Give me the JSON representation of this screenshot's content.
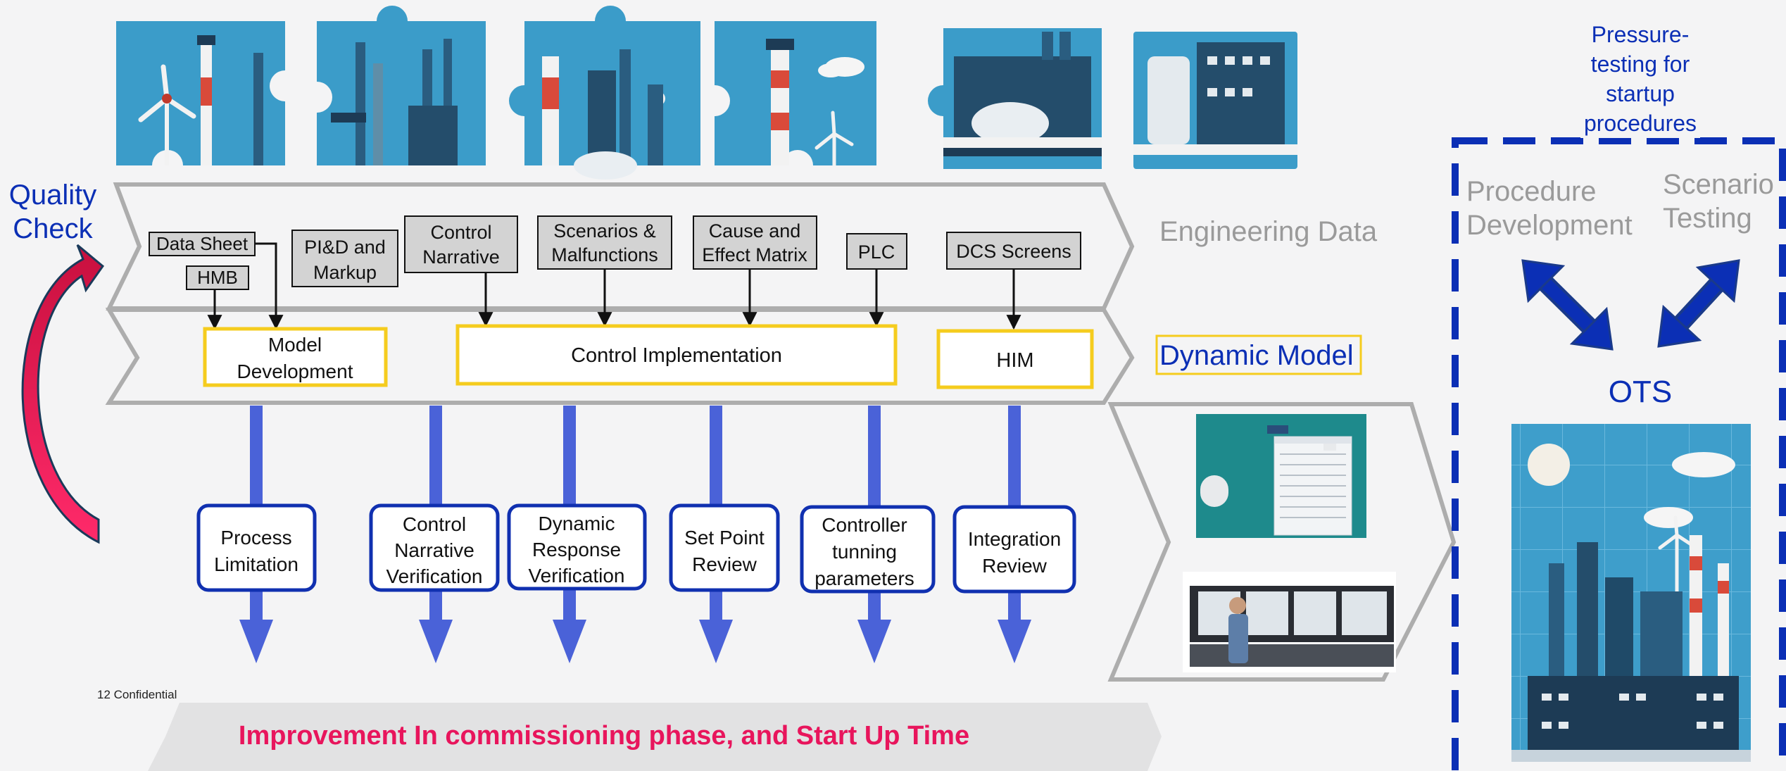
{
  "left": {
    "quality_check": [
      "Quality",
      "Check"
    ]
  },
  "rows": {
    "engineering_data": "Engineering Data",
    "dynamic_model": "Dynamic Model"
  },
  "sources": {
    "data_sheet": [
      "Data Sheet"
    ],
    "hmb": [
      "HMB"
    ],
    "pid": [
      "PI&D and",
      "Markup"
    ],
    "control_narrative": [
      "Control",
      "Narrative"
    ],
    "scenarios": [
      "Scenarios &",
      "Malfunctions"
    ],
    "cause_effect": [
      "Cause and",
      "Effect Matrix"
    ],
    "plc": [
      "PLC"
    ],
    "dcs": [
      "DCS Screens"
    ]
  },
  "model_boxes": {
    "model_development": [
      "Model",
      "Development"
    ],
    "control_implementation": [
      "Control Implementation"
    ],
    "him": [
      "HIM"
    ]
  },
  "reviews": [
    [
      "Process",
      "Limitation"
    ],
    [
      "Control",
      "Narrative",
      "Verification"
    ],
    [
      "Dynamic",
      "Response",
      "Verification"
    ],
    [
      "Set Point",
      "Review"
    ],
    [
      "Controller",
      "tunning",
      "parameters"
    ],
    [
      "Integration",
      "Review"
    ]
  ],
  "footer": {
    "confidential": "12 Confidential",
    "banner": "Improvement In commissioning phase, and Start Up Time"
  },
  "right_panel": {
    "pressure_testing": [
      "Pressure-",
      "testing for",
      "startup",
      "procedures"
    ],
    "procedure_development": [
      "Procedure",
      "Development"
    ],
    "scenario_testing": [
      "Scenario",
      "Testing"
    ],
    "ots": "OTS"
  },
  "colors": {
    "review_border": "#1030b0",
    "flow_arrow": "#4a62d8",
    "model_box_border": "#f5cc1e",
    "dark_blue": "#0b2fb5",
    "banner_text": "#e8155c",
    "chevron_stroke": "#adadad",
    "puzzle_blue": "#3b9cc9"
  }
}
